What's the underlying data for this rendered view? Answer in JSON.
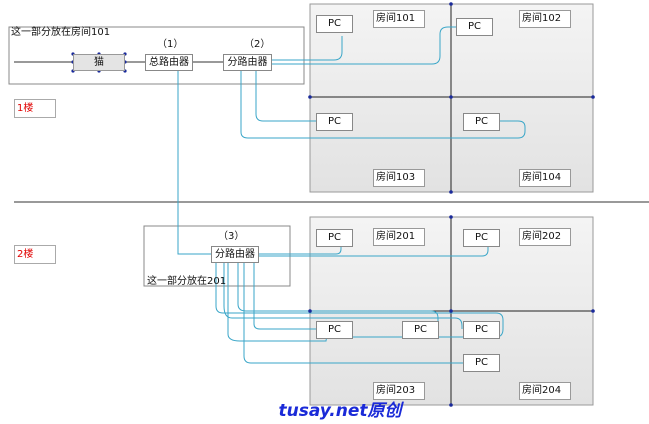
{
  "floors": [
    {
      "id": "f1",
      "label": "1楼",
      "note": "这一部分放在房间101"
    },
    {
      "id": "f2",
      "label": "2楼",
      "note": "这一部分放在201"
    }
  ],
  "devices": {
    "modem": {
      "label": "猫"
    },
    "main_router": {
      "label": "总路由器",
      "tag": "（1）"
    },
    "router2": {
      "label": "分路由器",
      "tag": "（2）"
    },
    "router3": {
      "label": "分路由器",
      "tag": "（3）"
    }
  },
  "rooms": [
    "房间101",
    "房间102",
    "房间103",
    "房间104",
    "房间201",
    "房间202",
    "房间203",
    "房间204"
  ],
  "pc_label": "PC",
  "watermark": "tusay.net原创",
  "colors": {
    "cable": "#3aa6c8",
    "wire": "#333333",
    "node": "#1a2a9a",
    "floor_label": "#e00000",
    "watermark": "#1a2ad8",
    "area": "#e7e7e7"
  }
}
